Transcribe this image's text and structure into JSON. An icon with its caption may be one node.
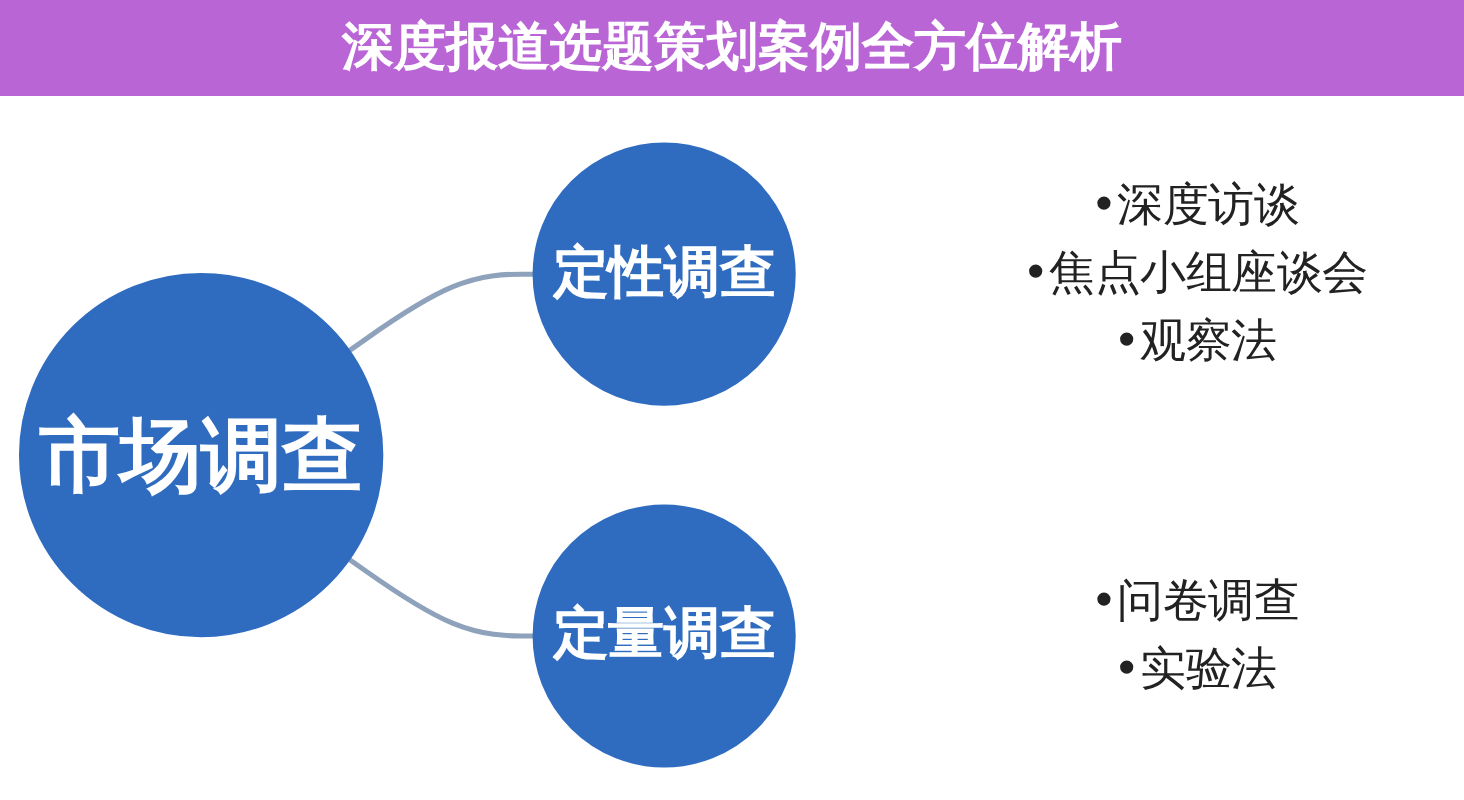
{
  "diagram": {
    "title": "深度报道选题策划案例全方位解析",
    "nodes": [
      {
        "text": [
          "市场调查"
        ]
      },
      {
        "text": [
          "定性调查"
        ],
        "beside": [
          "•深度访谈",
          "•焦点小组座谈会",
          "•观察法"
        ]
      },
      {
        "text": [
          "定量调查"
        ],
        "beside": [
          "•问卷调查",
          "•实验法"
        ]
      }
    ],
    "edges": [
      {
        "from": 0,
        "to": 1,
        "arrow": "none"
      },
      {
        "from": 0,
        "to": 2,
        "arrow": "none"
      }
    ]
  }
}
